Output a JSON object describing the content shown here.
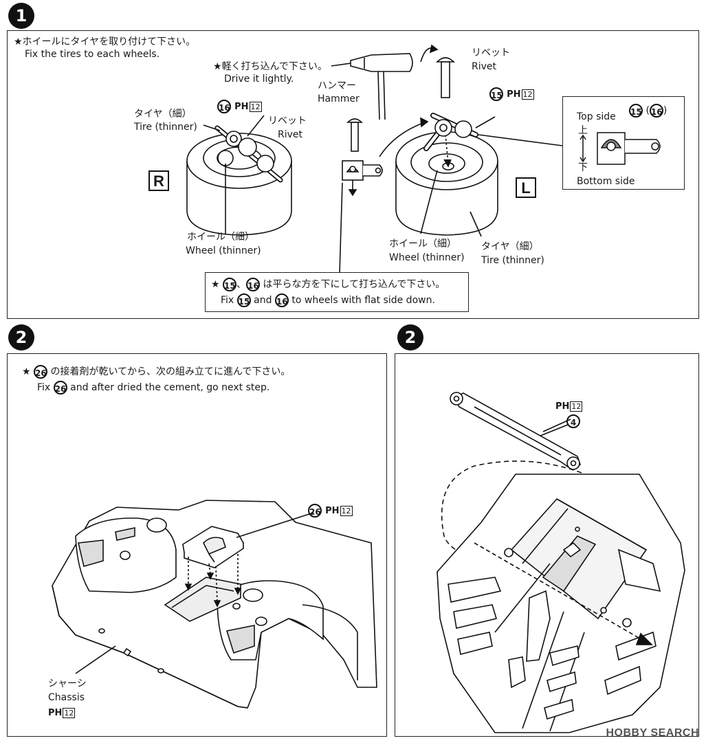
{
  "steps": {
    "step1_number": "1",
    "step2_left_number": "2",
    "step2_right_number": "2"
  },
  "step1": {
    "instruction_jp": "★ホイールにタイヤを取り付けて下さい。",
    "instruction_en": "Fix the tires to each wheels.",
    "drive_jp": "★軽く打ち込んで下さい。",
    "drive_en": "Drive it lightly.",
    "hammer_jp": "ハンマー",
    "hammer_en": "Hammer",
    "rivet_top_jp": "リベット",
    "rivet_top_en": "Rivet",
    "left_tire_jp": "タイヤ（細）",
    "left_tire_en": "Tire (thinner)",
    "left_part_no": "16",
    "left_rivet_jp": "リベット",
    "left_rivet_en": "Rivet",
    "left_wheel_jp": "ホイール（細）",
    "left_wheel_en": "Wheel (thinner)",
    "side_r": "R",
    "side_l": "L",
    "right_part_no": "15",
    "right_wheel_jp": "ホイール（細）",
    "right_wheel_en": "Wheel (thinner)",
    "right_tire_jp": "タイヤ（細）",
    "right_tire_en": "Tire (thinner)",
    "ph_prefix": "PH",
    "ph_number": "12",
    "inset_top_side": "Top side",
    "inset_up": "上",
    "inset_down": "下",
    "inset_bottom_side": "Bottom side",
    "inset_part_a": "15",
    "inset_part_b": "16",
    "note_jp_before": "★",
    "note_part_a": "15",
    "note_part_b": "16",
    "note_jp_after": "は平らな方を下にして打ち込んで下さい。",
    "note_en_fix": "Fix",
    "note_en_and": "and",
    "note_en_after": "to wheels with flat side down."
  },
  "step2_left": {
    "instruction_jp_before": "★",
    "part_no": "26",
    "instruction_jp_after": "の接着剤が乾いてから、次の組み立てに進んで下さい。",
    "instruction_en_fix": "Fix",
    "instruction_en_after": "and after dried the cement, go next step.",
    "chassis_jp": "シャーシ",
    "chassis_en": "Chassis"
  },
  "step2_right": {
    "part_no": "4"
  },
  "watermark": "HOBBY SEARCH"
}
